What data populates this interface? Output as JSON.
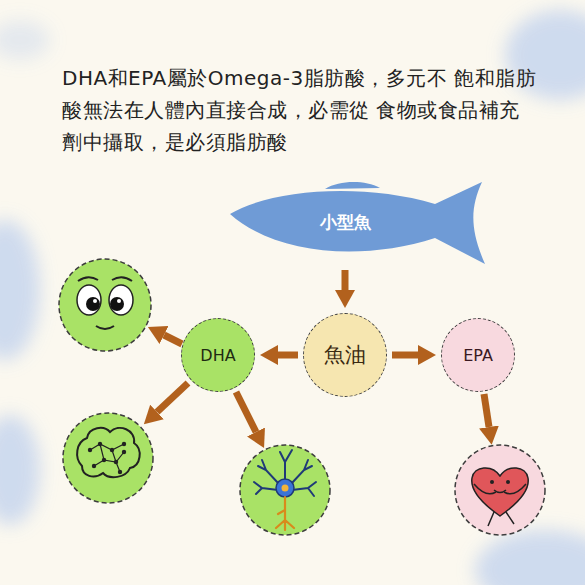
{
  "diagram": {
    "title": "DHA和EPA屬於Omega-3脂肪酸，多元不 飽和脂肪酸無法在人體內直接合成，必需從 食物或食品補充劑中攝取，是必須脂肪酸",
    "nodes": [
      {
        "text": [
          "小型魚"
        ]
      },
      {
        "text": [
          "魚油"
        ]
      },
      {
        "text": [
          "DHA"
        ]
      },
      {
        "text": [
          "EPA"
        ]
      }
    ],
    "edges": [
      {
        "from": 0,
        "to": 1,
        "arrow": "to"
      },
      {
        "from": 1,
        "to": 2,
        "arrow": "to"
      },
      {
        "from": 1,
        "to": 3,
        "arrow": "to"
      }
    ]
  }
}
